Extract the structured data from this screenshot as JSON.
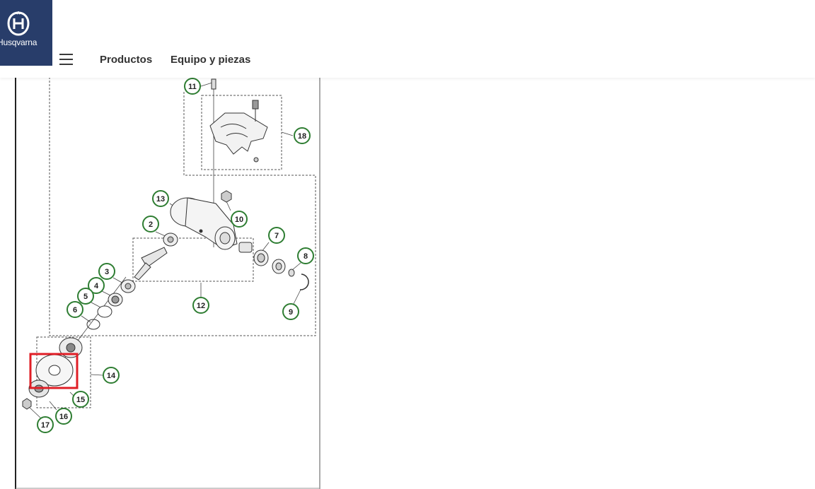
{
  "brand": {
    "name": "Husqvarna",
    "bg_color": "#283d6a"
  },
  "nav": {
    "menu_icon": "hamburger-menu-icon",
    "items": [
      {
        "label": "Productos"
      },
      {
        "label": "Equipo y piezas"
      }
    ]
  },
  "diagram": {
    "accent_color": "#2e7d32",
    "highlight_color": "#e01e26",
    "highlighted_part": "15",
    "callouts": [
      "11",
      "18",
      "13",
      "10",
      "2",
      "7",
      "8",
      "3",
      "4",
      "5",
      "6",
      "12",
      "9",
      "14",
      "15",
      "16",
      "17"
    ]
  }
}
